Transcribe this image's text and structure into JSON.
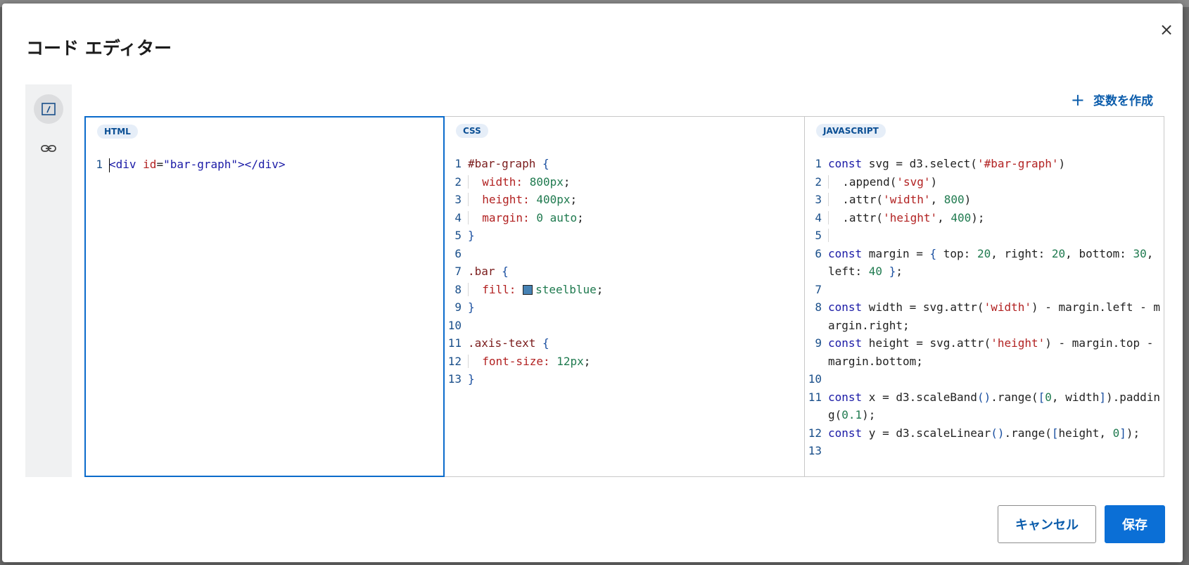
{
  "modal": {
    "title": "コード エディター",
    "close_label": "×",
    "create_variable_label": "変数を作成",
    "cancel_label": "キャンセル",
    "save_label": "保存"
  },
  "panes": {
    "html": {
      "tag": "HTML"
    },
    "css": {
      "tag": "CSS"
    },
    "js": {
      "tag": "JAVASCRIPT"
    }
  },
  "colors": {
    "accent": "#0b6fd6",
    "swatch": "#4682b4"
  }
}
